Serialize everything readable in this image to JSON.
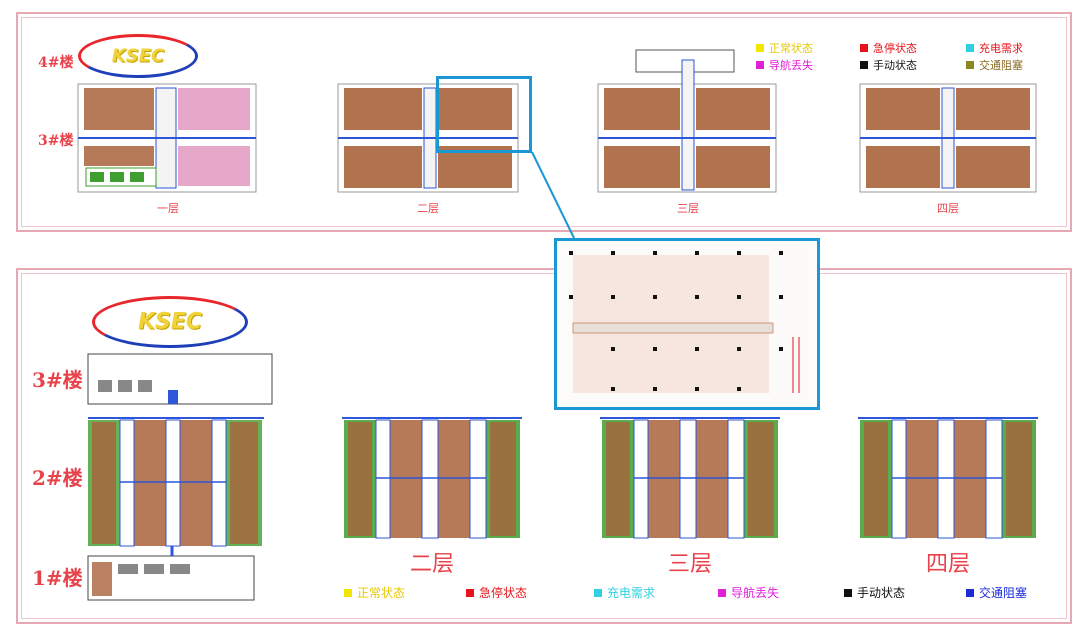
{
  "top": {
    "logo_text": "KSEC",
    "floor_labels": [
      "4#楼",
      "3#楼"
    ],
    "captions": [
      "一层",
      "二层",
      "三层",
      "四层"
    ],
    "legend": [
      {
        "label": "正常状态",
        "color": "#f2e600"
      },
      {
        "label": "急停状态",
        "color": "#e8141b"
      },
      {
        "label": "充电需求",
        "color": "#2fd0e0"
      },
      {
        "label": "导航丢失",
        "color": "#e020d8"
      },
      {
        "label": "手动状态",
        "color": "#111111"
      },
      {
        "label": "交通阻塞",
        "color": "#8a8a20"
      }
    ]
  },
  "bottom": {
    "logo_text": "KSEC",
    "floor_labels": [
      "3#楼",
      "2#楼",
      "1#楼"
    ],
    "captions": [
      "二层",
      "三层",
      "四层"
    ],
    "legend": [
      {
        "label": "正常状态",
        "color": "#f2e600"
      },
      {
        "label": "急停状态",
        "color": "#e8141b"
      },
      {
        "label": "充电需求",
        "color": "#2fd0e0"
      },
      {
        "label": "导航丢失",
        "color": "#e020d8"
      },
      {
        "label": "手动状态",
        "color": "#111111"
      },
      {
        "label": "交通阻塞",
        "color": "#1a2bd8"
      }
    ]
  },
  "colors": {
    "rack": "#a9633b",
    "rack_green": "#3e9e2e",
    "aisle": "#2d56d8",
    "highlight": "#1b97d3",
    "label_red": "#e8424a",
    "pink_zone": "#e6a8c8"
  }
}
